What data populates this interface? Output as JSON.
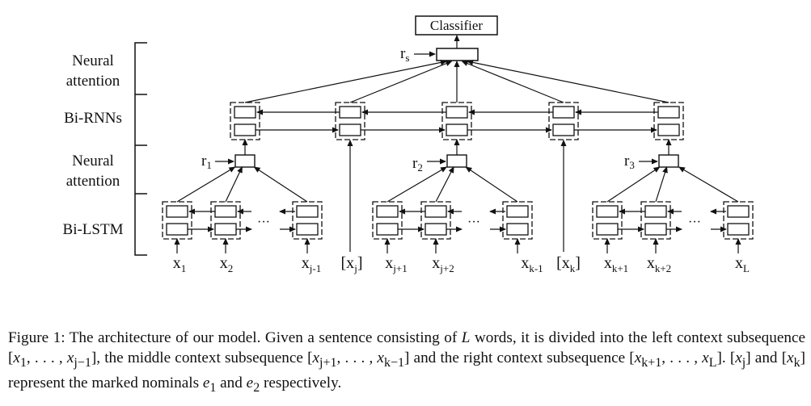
{
  "figure": {
    "classifier": "Classifier",
    "r_s": "r",
    "r_s_sub": "s",
    "r1": "r",
    "r1_sub": "1",
    "r2": "r",
    "r2_sub": "2",
    "r3": "r",
    "r3_sub": "3",
    "layers": {
      "neural_attention_top_1": "Neural",
      "neural_attention_top_2": "attention",
      "bi_rnns": "Bi-RNNs",
      "neural_attention_mid_1": "Neural",
      "neural_attention_mid_2": "attention",
      "bi_lstm": "Bi-LSTM"
    },
    "ellipsis": "···",
    "inputs": [
      {
        "base": "x",
        "sub": "1"
      },
      {
        "base": "x",
        "sub": "2"
      },
      {
        "base": "x",
        "sub": "j-1"
      },
      {
        "base": "[x",
        "sub": "j",
        "close": "]"
      },
      {
        "base": "x",
        "sub": "j+1"
      },
      {
        "base": "x",
        "sub": "j+2"
      },
      {
        "base": "x",
        "sub": "k-1"
      },
      {
        "base": "[x",
        "sub": "k",
        "close": "]"
      },
      {
        "base": "x",
        "sub": "k+1"
      },
      {
        "base": "x",
        "sub": "k+2"
      },
      {
        "base": "x",
        "sub": "L"
      }
    ]
  },
  "caption": {
    "line1a": "Figure 1: The architecture of our model. Given a sentence consisting of ",
    "L": "L",
    "line1b": " words, it is divided into the left context subsequence [",
    "x1": "x",
    "x1_sub": "1",
    "p1": ", . . . , ",
    "xj1": "x",
    "xj1_sub": "j−1",
    "p2": "], the middle context subsequence [",
    "xj2": "x",
    "xj2_sub": "j+1",
    "p3": ", . . . , ",
    "xk1": "x",
    "xk1_sub": "k−1",
    "p4": "] and the right context subsequence [",
    "xk2": "x",
    "xk2_sub": "k+1",
    "p5": ", . . . , ",
    "xL": "x",
    "xL_sub": "L",
    "p6": "]. [",
    "xj": "x",
    "xj_sub": "j",
    "p7": "] and [",
    "xk": "x",
    "xk_sub": "k",
    "p8": "] represent the marked nominals ",
    "e1": "e",
    "e1_sub": "1",
    "p9": " and ",
    "e2": "e",
    "e2_sub": "2",
    "p10": " respectively."
  }
}
